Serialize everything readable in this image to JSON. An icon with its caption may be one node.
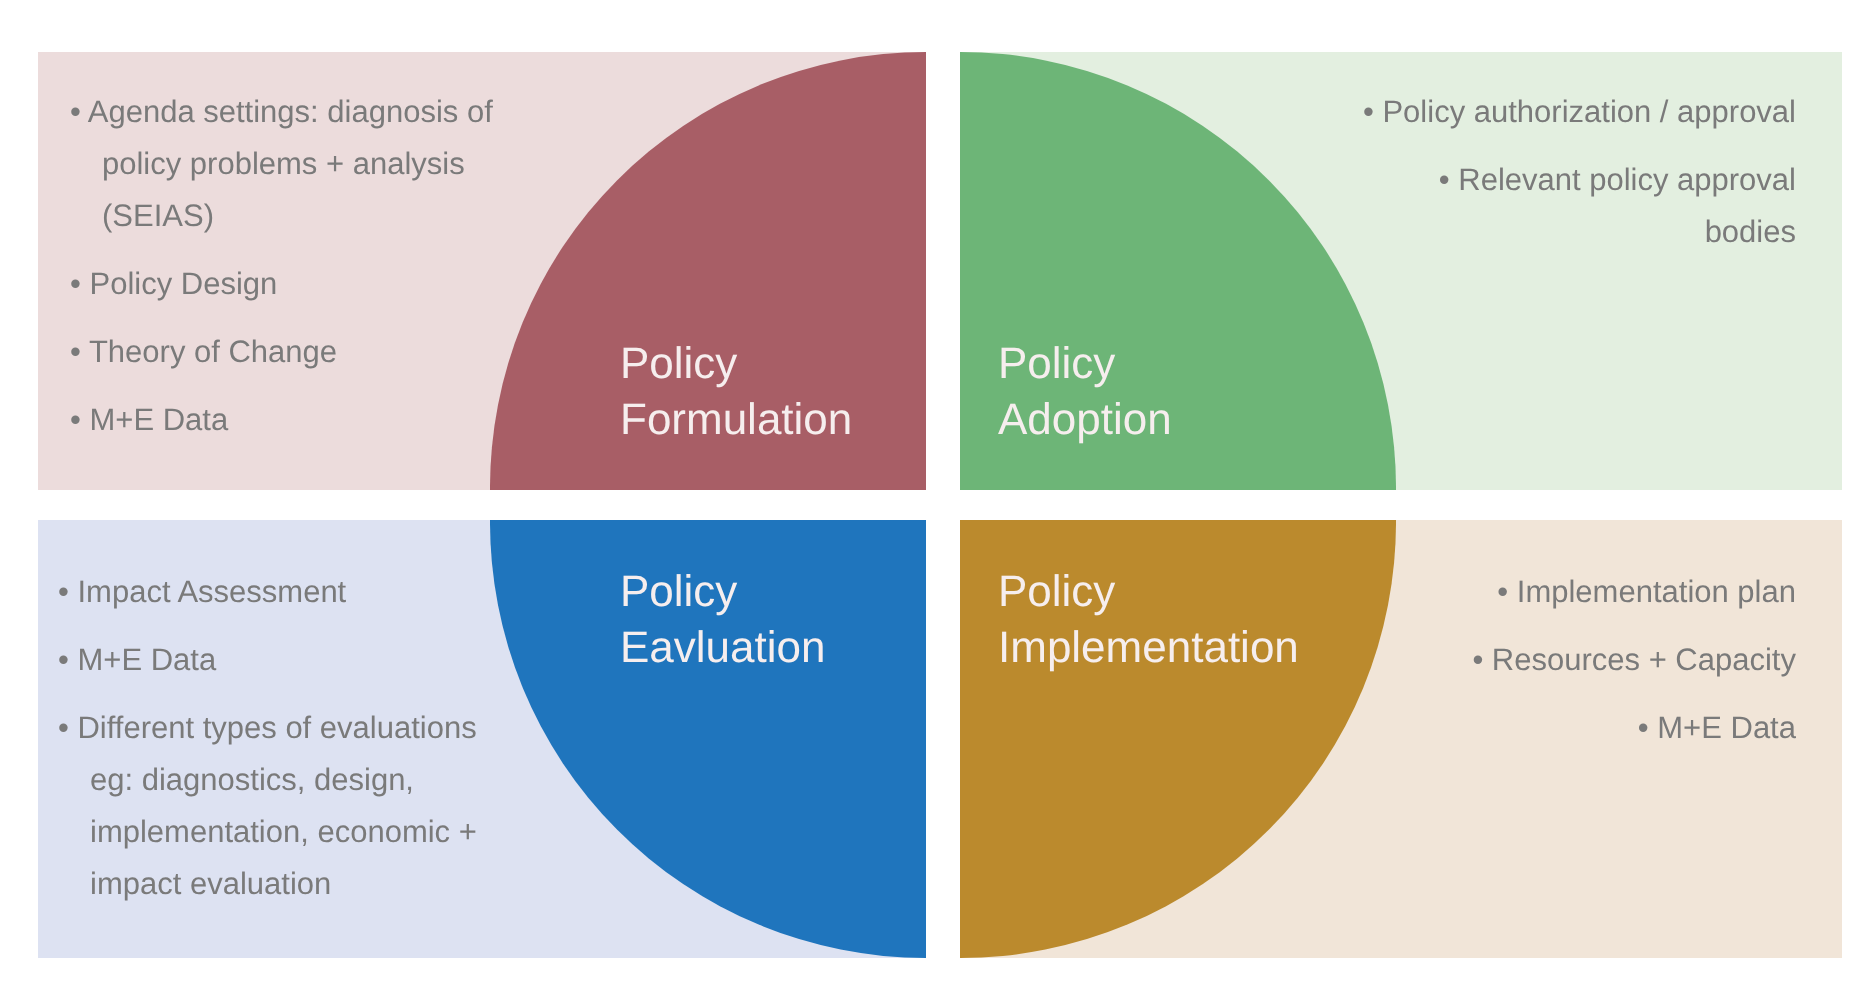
{
  "diagram": {
    "nodes": [
      {
        "text": [
          "• Agenda settings: diagnosis of policy problems + analysis (SEIAS)",
          "• Policy Design",
          "• Theory of Change",
          "• M+E Data"
        ]
      },
      {
        "text": [
          "Policy Formulation"
        ],
        "in": 0
      },
      {
        "text": [
          "• Policy authorization / approval",
          "• Relevant policy approval bodies"
        ]
      },
      {
        "text": [
          "Policy Adoption"
        ],
        "in": 2
      },
      {
        "text": [
          "• Impact Assessment",
          "• M+E Data",
          "• Different types of evaluations eg: diagnostics, design, implementation, economic + impact evaluation"
        ]
      },
      {
        "text": [
          "Policy Eavluation"
        ],
        "in": 4
      },
      {
        "text": [
          "• Implementation plan",
          "• Resources + Capacity",
          "• M+E Data"
        ]
      },
      {
        "text": [
          "Policy Implementation"
        ],
        "in": 6
      }
    ]
  }
}
